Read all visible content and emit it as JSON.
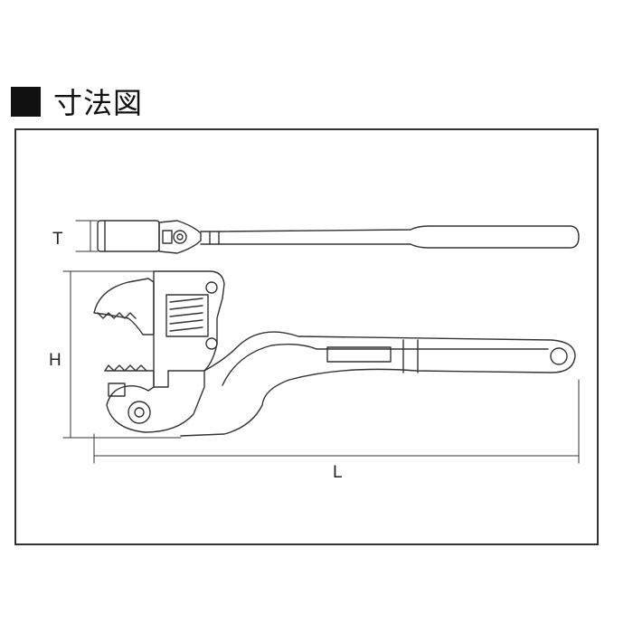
{
  "heading": {
    "title": "寸法図"
  },
  "dimensions": {
    "thickness_label": "T",
    "height_label": "H",
    "length_label": "L"
  },
  "colors": {
    "line": "#333333",
    "background": "#ffffff"
  }
}
